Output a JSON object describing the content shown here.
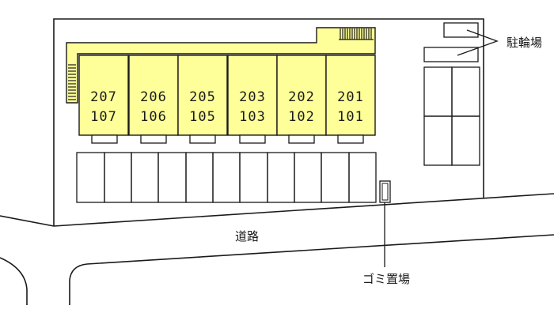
{
  "labels": {
    "bicycle_parking": "駐輪場",
    "road": "道路",
    "garbage": "ゴミ置場"
  },
  "units": [
    {
      "upper": "207",
      "lower": "107"
    },
    {
      "upper": "206",
      "lower": "106"
    },
    {
      "upper": "205",
      "lower": "105"
    },
    {
      "upper": "203",
      "lower": "103"
    },
    {
      "upper": "202",
      "lower": "102"
    },
    {
      "upper": "201",
      "lower": "101"
    }
  ],
  "colors": {
    "building_fill": "#ffff99",
    "line": "#1a1a1a",
    "background": "#ffffff"
  }
}
